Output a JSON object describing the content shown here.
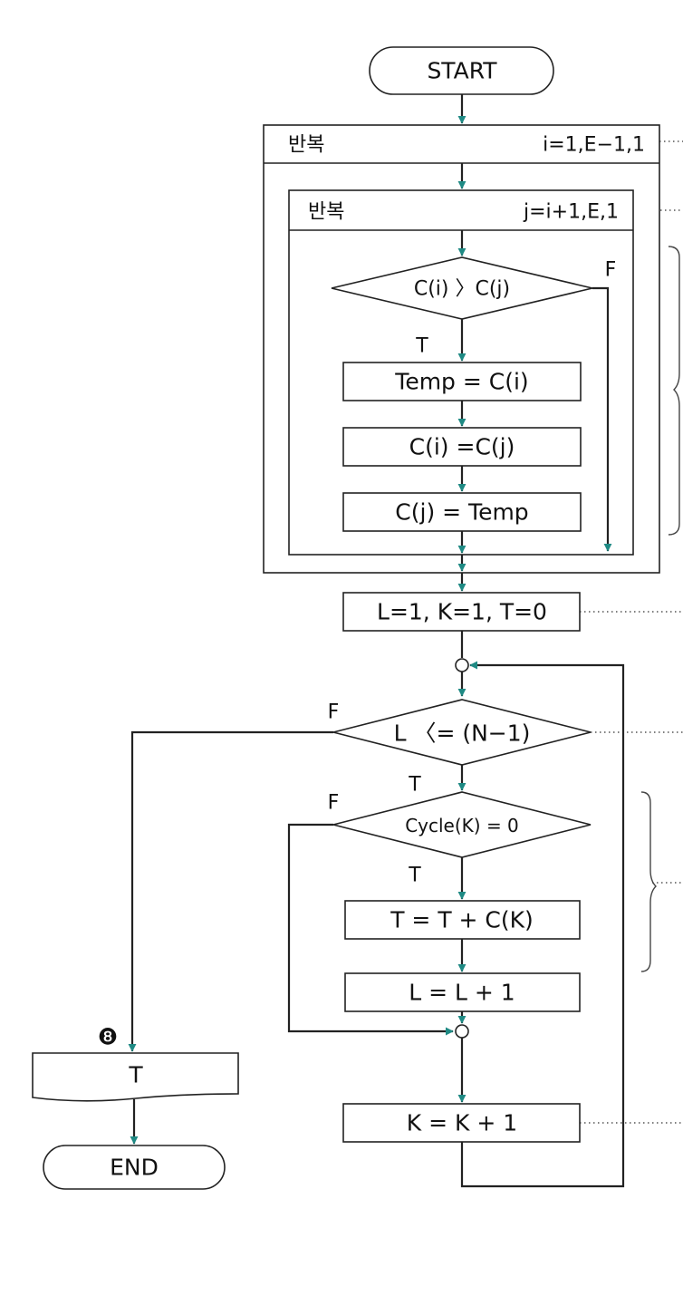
{
  "colors": {
    "arrow_head": "#1f8a84",
    "line": "#222222",
    "background": "#ffffff"
  },
  "terminals": {
    "start": "START",
    "end": "END"
  },
  "outer_loop": {
    "label": "반복",
    "range": "i=1,E−1,1"
  },
  "inner_loop": {
    "label": "반복",
    "range": "j=i+1,E,1"
  },
  "compare_decision": {
    "text": "C(i) 〉C(j)",
    "true_label": "T",
    "false_label": "F"
  },
  "swap_steps": [
    "Temp = C(i)",
    "C(i) =C(j)",
    "C(j) = Temp"
  ],
  "init_process": "L=1,  K=1,  T=0",
  "loop_decision": {
    "text": "L 〈= (N−1)",
    "true_label": "T",
    "false_label": "F"
  },
  "cycle_decision": {
    "text": "Cycle(K) = 0",
    "true_label": "T",
    "false_label": "F"
  },
  "accumulate_steps": [
    "T = T + C(K)",
    "L = L + 1"
  ],
  "increment_process": "K = K + 1",
  "output_marker": "❽",
  "output_value": "T"
}
